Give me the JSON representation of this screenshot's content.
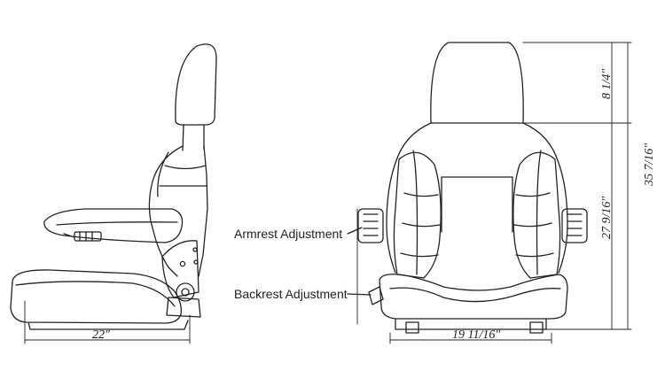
{
  "callouts": {
    "armrest": "Armrest Adjustment",
    "backrest": "Backrest Adjustment"
  },
  "dimensions": {
    "side_depth": "22\"",
    "front_width": "19 11/16\"",
    "headrest_height": "8 1/4\"",
    "back_height": "27 9/16\"",
    "total_height": "35 7/16\""
  },
  "colors": {
    "line": "#222222",
    "background": "#ffffff"
  }
}
